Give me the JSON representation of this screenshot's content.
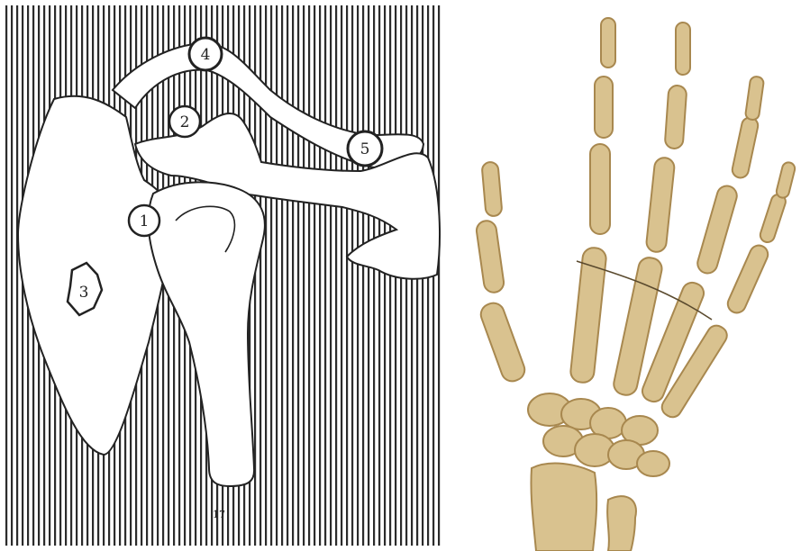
{
  "left_figure": {
    "markers": [
      "1",
      "2",
      "3",
      "4",
      "5"
    ],
    "plate_number": "17",
    "colors": {
      "stripe": "#2b2b2b",
      "bone_fill": "#ffffff",
      "outline": "#222222"
    }
  },
  "right_photo": {
    "colors": {
      "background": "#ffffff",
      "bone": "#d9c28f",
      "bone_shadow": "#a8884f",
      "wire": "#5a4a2e"
    }
  }
}
